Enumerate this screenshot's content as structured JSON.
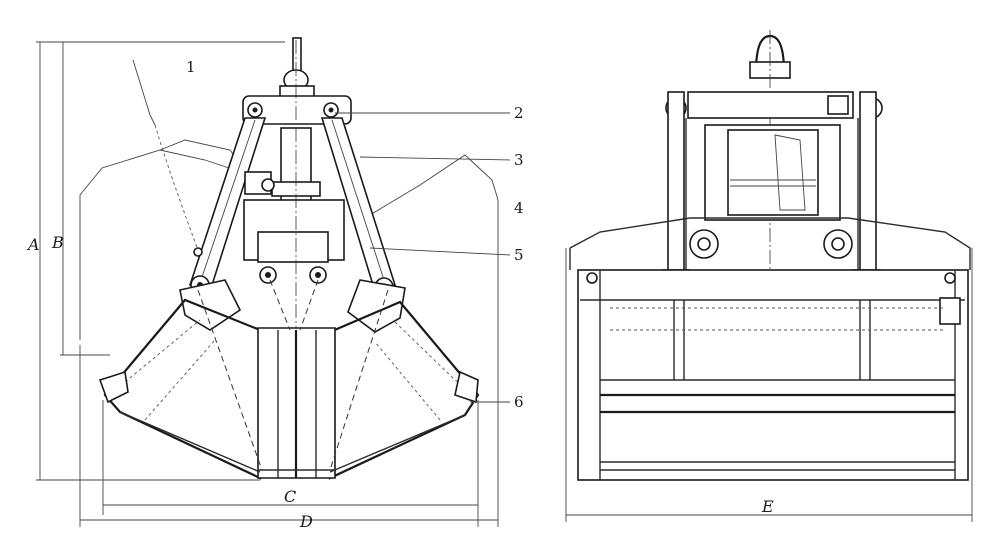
{
  "diagram": {
    "views": [
      "side-view",
      "front-view"
    ],
    "callouts": {
      "label_1": "1",
      "label_2": "2",
      "label_3": "3",
      "label_4": "4",
      "label_5": "5",
      "label_6": "6"
    },
    "dimensions": {
      "A": "A",
      "B": "B",
      "C": "C",
      "D": "D",
      "E": "E"
    }
  }
}
